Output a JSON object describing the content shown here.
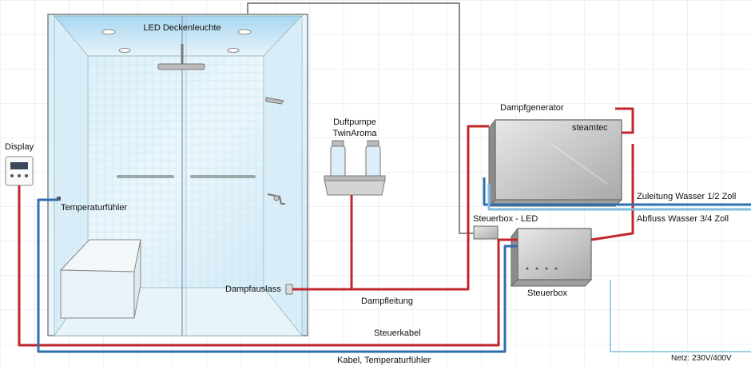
{
  "labels": {
    "led_ceiling": "LED Deckenleuchte",
    "display": "Display",
    "temp_sensor": "Temperaturfühler",
    "aroma_pump_line1": "Duftpumpe",
    "aroma_pump_line2": "TwinAroma",
    "steam_generator": "Dampfgenerator",
    "brand": "steamtec",
    "water_supply": "Zuleitung Wasser 1/2 Zoll",
    "drain": "Abfluss Wasser 3/4 Zoll",
    "control_box_led": "Steuerbox - LED",
    "control_box": "Steuerbox",
    "steam_outlet": "Dampfauslass",
    "steam_line": "Dampfleitung",
    "control_cable": "Steuerkabel",
    "sensor_cable": "Kabel, Temperaturfühler",
    "mains": "Netz: 230V/400V"
  },
  "colors": {
    "red_line": "#c0262a",
    "blue_line": "#2f6fad",
    "light_blue_line": "#7fbde0",
    "grey_line": "#8a8a8a",
    "tile_grid": "#cfe1ee",
    "glass": "#cfe9f7"
  }
}
